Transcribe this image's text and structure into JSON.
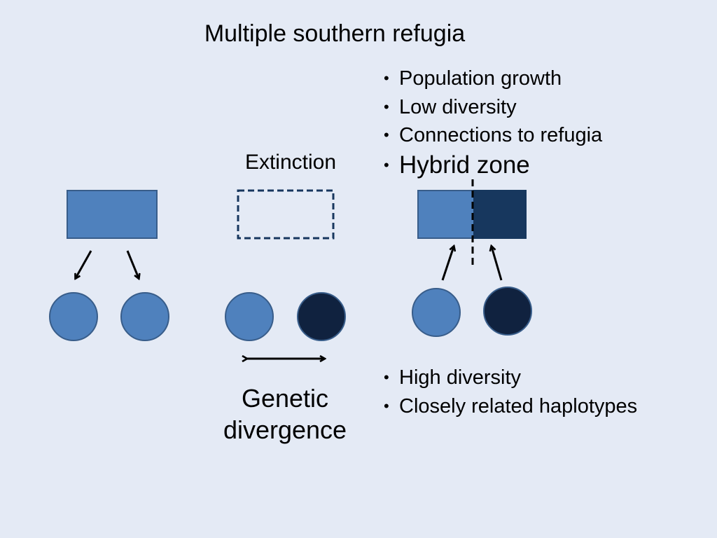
{
  "title": "Multiple southern refugia",
  "top_bullets": [
    "Population growth",
    "Low diversity",
    "Connections to refugia",
    "Hybrid zone"
  ],
  "bottom_bullets": [
    "High diversity",
    "Closely related haplotypes"
  ],
  "labels": {
    "extinction": "Extinction",
    "divergence": "Genetic divergence"
  },
  "bullet_char": "•",
  "colors": {
    "background": "#e4eaf5",
    "light_population": "#4f81bd",
    "dark_population": "#10223f",
    "dark_zone": "#17375e",
    "outline": "#385d8a",
    "line": "#000000"
  }
}
